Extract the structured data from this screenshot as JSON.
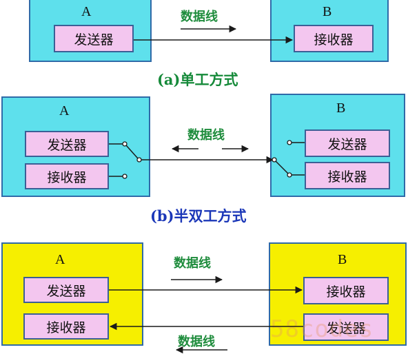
{
  "simplex": {
    "station_a": "A",
    "station_b": "B",
    "sender": "发送器",
    "receiver": "接收器",
    "line_label": "数据线",
    "caption": "(a)单工方式"
  },
  "half_duplex": {
    "station_a": "A",
    "station_b": "B",
    "a_sender": "发送器",
    "a_receiver": "接收器",
    "b_sender": "发送器",
    "b_receiver": "接收器",
    "line_label": "数据线",
    "caption": "(b)半双工方式"
  },
  "full_duplex": {
    "station_a": "A",
    "station_b": "B",
    "a_sender": "发送器",
    "a_receiver": "接收器",
    "b_receiver": "接收器",
    "b_sender": "发送器",
    "line_label_top": "数据线",
    "line_label_bottom": "数据线"
  },
  "watermark": "58codes",
  "colors": {
    "station_cyan": "#5ee0ec",
    "station_yellow": "#f6ef00",
    "device_box": "#f3c6ef",
    "caption_green": "#168a3a",
    "caption_blue": "#1b37b8"
  }
}
